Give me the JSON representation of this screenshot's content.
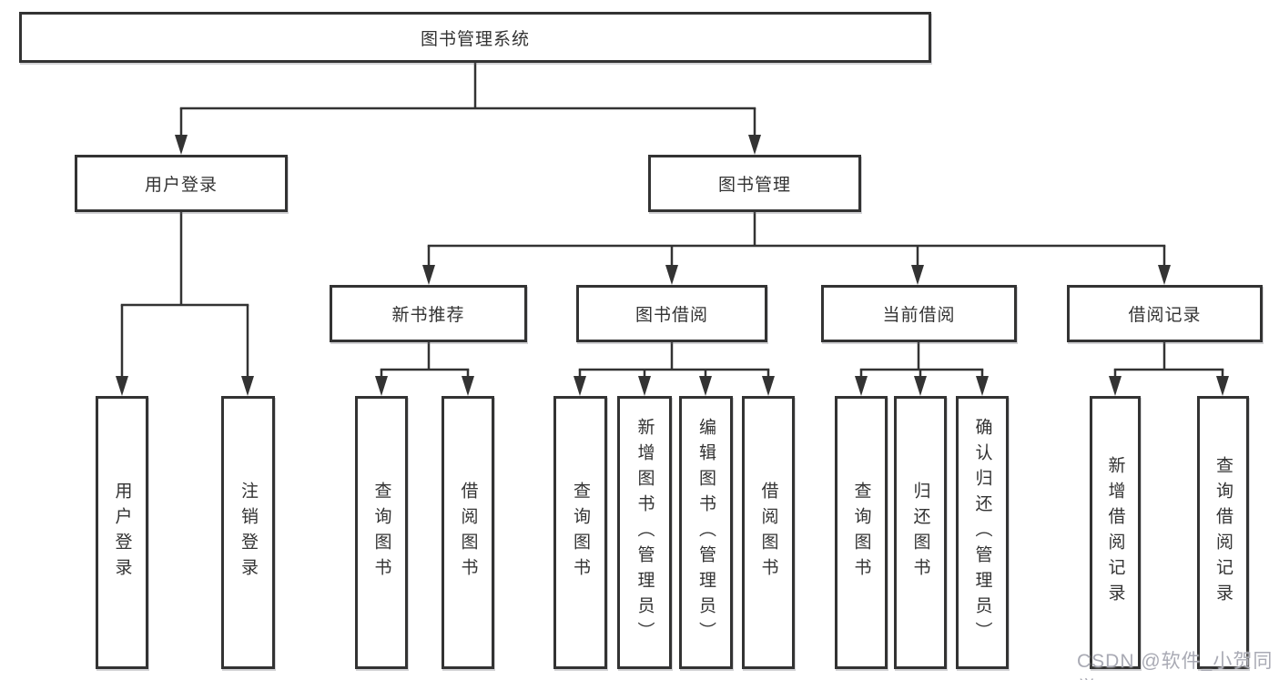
{
  "nodes": {
    "root": {
      "label": "图书管理系统"
    },
    "level2": [
      {
        "label": "用户登录",
        "parent": "图书管理系统"
      },
      {
        "label": "图书管理",
        "parent": "图书管理系统"
      }
    ],
    "level3": [
      {
        "label": "新书推荐",
        "parent": "图书管理"
      },
      {
        "label": "图书借阅",
        "parent": "图书管理"
      },
      {
        "label": "当前借阅",
        "parent": "图书管理"
      },
      {
        "label": "借阅记录",
        "parent": "图书管理"
      }
    ],
    "leaves": [
      {
        "label": "用户登录",
        "parent": "用户登录"
      },
      {
        "label": "注销登录",
        "parent": "用户登录"
      },
      {
        "label": "查询图书",
        "parent": "新书推荐"
      },
      {
        "label": "借阅图书",
        "parent": "新书推荐"
      },
      {
        "label": "查询图书",
        "parent": "图书借阅"
      },
      {
        "label": "新增图书（管理员）",
        "parent": "图书借阅"
      },
      {
        "label": "编辑图书（管理员）",
        "parent": "图书借阅"
      },
      {
        "label": "借阅图书",
        "parent": "图书借阅"
      },
      {
        "label": "查询图书",
        "parent": "当前借阅"
      },
      {
        "label": "归还图书",
        "parent": "当前借阅"
      },
      {
        "label": "确认归还（管理员）",
        "parent": "当前借阅"
      },
      {
        "label": "新增借阅记录",
        "parent": "借阅记录"
      },
      {
        "label": "查询借阅记录",
        "parent": "借阅记录"
      }
    ]
  },
  "watermark": {
    "text": "CSDN @软件_小贺同学"
  },
  "colors": {
    "line": "#333333",
    "box_border": "#333333",
    "text": "#333333",
    "background": "#ffffff",
    "watermark": "#a9aab4"
  }
}
